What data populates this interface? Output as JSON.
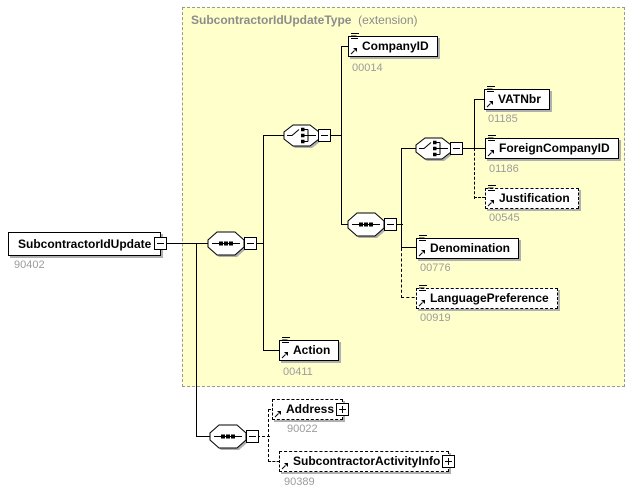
{
  "container": {
    "title": "SubcontractorIdUpdateType",
    "annotation": "(extension)"
  },
  "root": {
    "label": "SubcontractorIdUpdate",
    "code": "90402"
  },
  "nodes": {
    "companyId": {
      "label": "CompanyID",
      "code": "00014"
    },
    "vatNbr": {
      "label": "VATNbr",
      "code": "01185"
    },
    "foreignCompanyId": {
      "label": "ForeignCompanyID",
      "code": "01186"
    },
    "justification": {
      "label": "Justification",
      "code": "00545"
    },
    "denomination": {
      "label": "Denomination",
      "code": "00776"
    },
    "languagePreference": {
      "label": "LanguagePreference",
      "code": "00919"
    },
    "action": {
      "label": "Action",
      "code": "00411"
    },
    "address": {
      "label": "Address",
      "code": "90022"
    },
    "subcontractorActivityInfo": {
      "label": "SubcontractorActivityInfo",
      "code": "90389"
    }
  },
  "icons": {
    "sequence": "sequence-compositor",
    "choice": "choice-compositor",
    "collapse": "minus",
    "expand": "plus"
  },
  "colors": {
    "container_fill": "#FFFFCC",
    "container_border": "#999999",
    "box_shadow": "#B0B0B0",
    "code_text": "#9C9C9C",
    "title_text": "#8C8C8C"
  }
}
